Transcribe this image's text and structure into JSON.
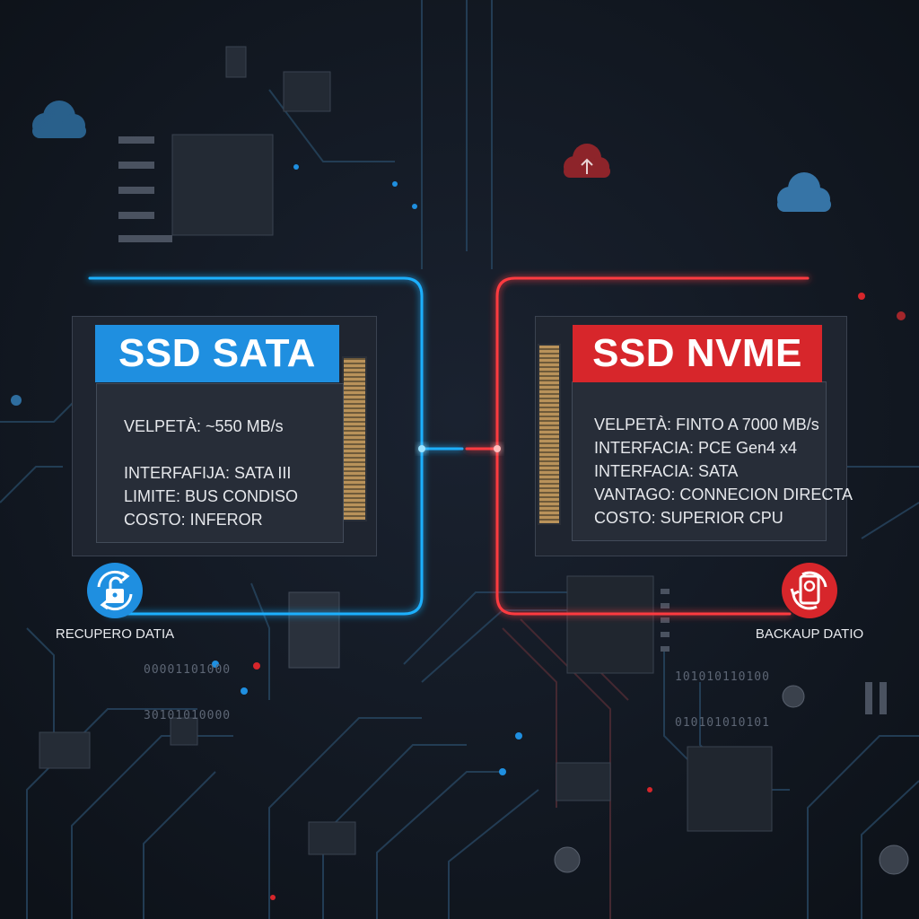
{
  "colors": {
    "background": "#131a24",
    "sata_accent": "#1f8fe0",
    "nvme_accent": "#d7262b",
    "trace_blue": "#1fb0ff",
    "trace_red": "#ff3b3f"
  },
  "sata": {
    "title": "SSD SATA",
    "specs": [
      "VELPETÀ: ~550 MB/s",
      "INTERFAFIJA: SATA III",
      "LIMITE: BUS CONDISO",
      "COSTO: INFEROR"
    ]
  },
  "nvme": {
    "title": "SSD NVME",
    "specs": [
      "VELPETÀ: FINTO A 7000 MB/s",
      "INTERFACIA: PCE Gen4 x4",
      "INTERFACIA: SATA",
      "VANTAGO: CONNECION DIRECTA",
      "COSTO: SUPERIOR CPU"
    ]
  },
  "features": {
    "left": {
      "label": "RECUPERO DATIA",
      "icon": "unlock-sync-icon"
    },
    "right": {
      "label": "BACKAUP DATIO",
      "icon": "backup-drive-icon"
    }
  },
  "binary": {
    "left": [
      "00001101000",
      "30101010000"
    ],
    "right": [
      "101010110100",
      "010101010101"
    ]
  }
}
